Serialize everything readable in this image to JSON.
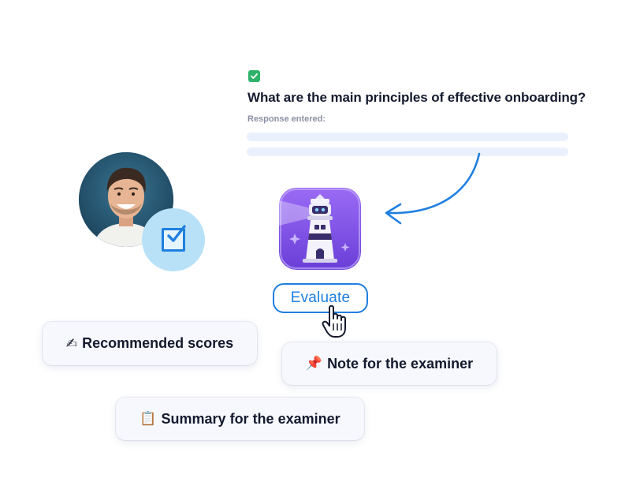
{
  "question": {
    "text": "What are the main principles of effective onboarding?",
    "response_label": "Response entered:"
  },
  "evaluate_button": {
    "label": "Evaluate"
  },
  "chips": {
    "recommended_scores": {
      "emoji": "✍",
      "label": "Recommended scores"
    },
    "note_for_examiner": {
      "emoji": "📌",
      "label": "Note for the examiner"
    },
    "summary_for_examiner": {
      "emoji": "📋",
      "label": "Summary for the examiner"
    }
  },
  "colors": {
    "accent_blue": "#1f7fe0",
    "check_green": "#2fb36a",
    "response_line": "#eaf1fc",
    "icon_gradient_top": "#9b6bf5",
    "icon_gradient_bottom": "#6a3fd8"
  },
  "icons": {
    "check_badge": "checkmark-icon",
    "checkbox": "checkbox-icon",
    "app": "lighthouse-robot-icon",
    "cursor": "hand-pointer-icon",
    "arrow": "curved-arrow-icon"
  }
}
